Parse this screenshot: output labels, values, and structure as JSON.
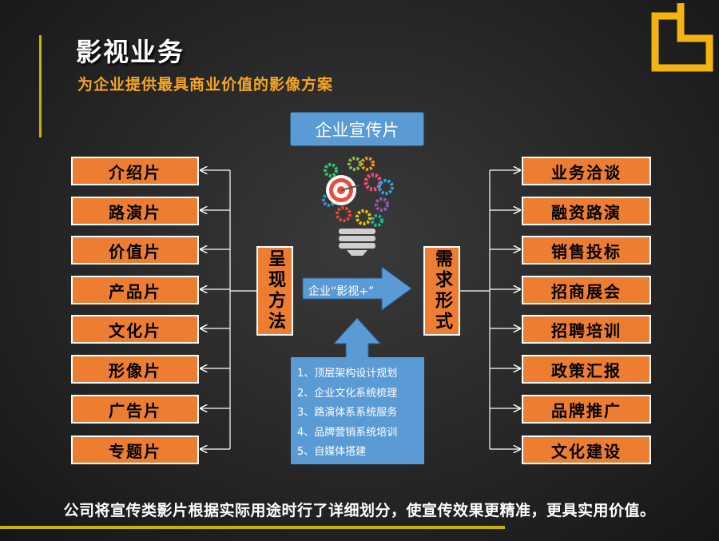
{
  "header": {
    "title": "影视业务",
    "subtitle": "为企业提供最具商业价值的影像方案"
  },
  "center": {
    "top_label": "企业宣传片",
    "arrow_label": "企业“影视+”",
    "services": [
      "1、顶层架构设计规划",
      "2、企业文化系统梳理",
      "3、路演体系系统服务",
      "4、品牌营销系统培训",
      "5、自媒体搭建"
    ]
  },
  "left": {
    "hub_label": "呈现方法",
    "items": [
      "介绍片",
      "路演片",
      "价值片",
      "产品片",
      "文化片",
      "形像片",
      "广告片",
      "专题片"
    ]
  },
  "right": {
    "hub_label": "需求形式",
    "items": [
      "业务洽谈",
      "融资路演",
      "销售投标",
      "招商展会",
      "招聘培训",
      "政策汇报",
      "品牌推广",
      "文化建设"
    ]
  },
  "footer": {
    "text": "公司将宣传类影片根据实际用途时行了详细划分，使宣传效果更精准，更具实用价值。"
  },
  "colors": {
    "orange": "#ed7d31",
    "blue": "#5b9bd5",
    "gold": "#f5a623",
    "accent": "#c8b400"
  },
  "icons": [
    "logo-corner-icon",
    "lightbulb-gears-icon"
  ]
}
